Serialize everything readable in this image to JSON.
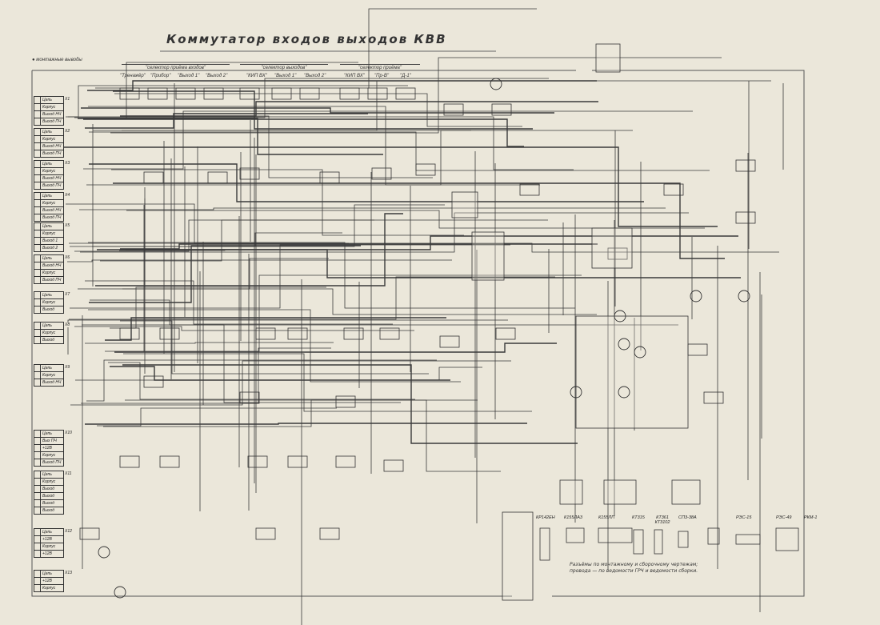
{
  "title": "Коммутатор входов выходов КВВ",
  "legend_marker": "● монтажные выводы",
  "groups": [
    {
      "label": "\"селектор приёма входов\"",
      "items": [
        "\"Тренажёр\"",
        "\"Прибор\"",
        "\"Выход 1\"",
        "\"Выход 2\""
      ]
    },
    {
      "label": "\"селектор выходов\"",
      "items": [
        "\"КИП ВХ\"",
        "\"Выход 1\"",
        "\"Выход 2\""
      ]
    },
    {
      "label": "\"селектор приёма\"",
      "items": [
        "\"КИП ВХ\"",
        "\"Пр-В\"",
        "\"Д-1\""
      ]
    }
  ],
  "connectors": [
    {
      "name": "Х1",
      "pins": [
        "Цепь",
        "Корпус",
        "Выход НЧ",
        "Выход ПЧ"
      ]
    },
    {
      "name": "Х2",
      "pins": [
        "Цепь",
        "Корпус",
        "Выход НЧ",
        "Выход ПЧ"
      ]
    },
    {
      "name": "Х3",
      "pins": [
        "Цепь",
        "Корпус",
        "Выход НЧ",
        "Выход ПЧ"
      ]
    },
    {
      "name": "Х4",
      "pins": [
        "Цепь",
        "Корпус",
        "Выход НЧ",
        "Выход ПЧ"
      ]
    },
    {
      "name": "Х5",
      "pins": [
        "Цепь",
        "Корпус",
        "Выход 1",
        "Выход 2"
      ]
    },
    {
      "name": "Х6",
      "pins": [
        "Цепь",
        "Выход НЧ",
        "Корпус",
        "Выход ПЧ"
      ]
    },
    {
      "name": "Х7",
      "pins": [
        "Цепь",
        "Корпус",
        "Выход"
      ]
    },
    {
      "name": "Х8",
      "pins": [
        "Цепь",
        "Корпус",
        "Выход"
      ]
    },
    {
      "name": "Х9",
      "pins": [
        "Цепь",
        "Корпус",
        "Выход НЧ"
      ]
    },
    {
      "name": "Х10",
      "pins": [
        "Цепь",
        "Вых ПЧ",
        "+12В",
        "Корпус",
        "Выход ПЧ"
      ]
    },
    {
      "name": "Х11",
      "pins": [
        "Цепь",
        "Корпус",
        "Выход",
        "Выход",
        "Выход",
        "Выход"
      ]
    },
    {
      "name": "Х12",
      "pins": [
        "Цепь",
        "+12В",
        "Корпус",
        "+12В"
      ]
    },
    {
      "name": "Х13",
      "pins": [
        "Цепь",
        "+12В",
        "Корпус"
      ]
    }
  ],
  "parts": [
    "КР142ЕН",
    "К155ЛА3",
    "К155ЛП",
    "КТ315",
    "КТ361 КТ3102",
    "СП3-38А",
    "РЭС-15",
    "РЭС-49",
    "РКМ-1"
  ],
  "note": "Разъёмы по монтажному и сборочному чертежам; провода — по ведомости ГРЧ и ведомости сборки."
}
